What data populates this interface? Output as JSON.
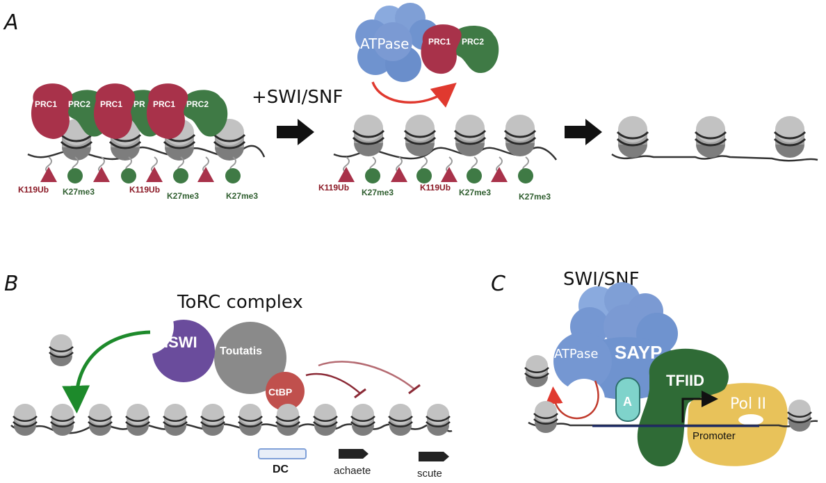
{
  "panels": {
    "a": {
      "letter": "A",
      "left_complexes": [
        {
          "prc1": "PRC1",
          "prc2": "PRC2"
        },
        {
          "prc1": "PRC1",
          "prc2": "PR"
        },
        {
          "prc1": "PRC1",
          "prc2": "PRC2"
        }
      ],
      "left_marks": [
        "K119Ub",
        "K27me3",
        "K119Ub",
        "K27me3",
        "K27me3"
      ],
      "swi_label": "+SWI/SNF",
      "atpase_label": "ATPase",
      "evicted_prc1": "PRC1",
      "evicted_prc2": "PRC2",
      "middle_marks": [
        "K119Ub",
        "K27me3",
        "K119Ub",
        "K27me3",
        "K27me3"
      ]
    },
    "b": {
      "letter": "B",
      "complex_title": "ToRC complex",
      "iswi": "ISWI",
      "toutatis": "Toutatis",
      "ctbp": "CtBP",
      "dc": "DC",
      "gene1": "achaete",
      "gene2": "scute"
    },
    "c": {
      "letter": "C",
      "title": "SWI/SNF",
      "atpase": "ATPase",
      "sayp": "SAYP",
      "a_subunit": "A",
      "tfiid": "TFIID",
      "pol": "Pol II",
      "promoter": "Promoter"
    }
  },
  "colors": {
    "prc1": "#a8324a",
    "prc2": "#3f7a45",
    "atpase": "#6f93cf",
    "iswi": "#6a4c9c",
    "toutatis": "#8a8a8a",
    "ctbp": "#c0504d",
    "tfiid": "#2f6b36",
    "pol2": "#e8c25a",
    "nucleosome": "#9e9e9e",
    "arrow_red": "#e0392f",
    "arrow_green": "#1d8a2b"
  }
}
